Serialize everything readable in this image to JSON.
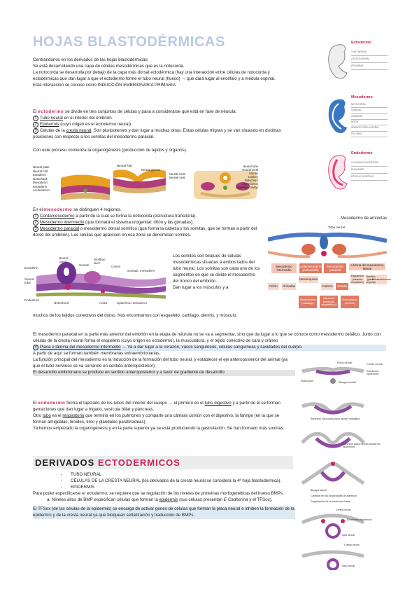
{
  "title": "HOJAS BLASTODÉRMICAS",
  "intro": [
    "Centrándonos en los derivados de las hojas blastodérmicas;",
    "Se está desarrollando una capa de células mesodérmicas que es la notocorda.",
    "La notocorda se desarrolla por debajo de la capa más dorsal ectodérmica (hay una interacción entre células de notocorda y ectodérmicas que dan lugar a que el ectodermo forme el tubo neural (hueco) → que dará lugar al encéfalo y a médula espinal.",
    "Esta interacción se conoce como INDUCCIÓN EMBRIONARIA PRIMARIA."
  ],
  "ecto": {
    "pre": "El",
    "word": "ectodermo",
    "post": "se divide en tres conjuntos de células y pasa a considerarse que está en fase de néurula:",
    "items": [
      {
        "n": "1",
        "u": "Tubo neural",
        "t": "en el interior del embrión"
      },
      {
        "n": "2",
        "u": "Epidermis",
        "t": "(cuyo origen es el ectodermo neural)."
      },
      {
        "n": "3",
        "u": "cresta neural",
        "pre": "Celulas de la",
        "t": ". Son pluripotentes y dan lugar a muchas otras. Estas células migran y se van situando en distintas posiciones con respecto a los somitas del mesodermo paraxial."
      }
    ],
    "organo": "Con este proceso comienza la organogénesis (producción de tejidos y órganos)."
  },
  "fig1": {
    "labels_left": [
      "Neural plate",
      "Neural fold",
      "Ectoderm",
      "Notochord",
      "Mesoderm",
      "Endoderm",
      "Archenteron"
    ],
    "labels_mid": [
      "Neural fold",
      "Neural groove"
    ],
    "labels_right": [
      "Neural crest",
      "Neural crest",
      "Neural tube",
      "Neural crest",
      "Somite",
      "Coelom",
      "Notochord",
      "Archenteron (digestive cavity)"
    ]
  },
  "meso": {
    "pre": "En el",
    "word": "mesodermo",
    "post": "se distinguen 4 regiones.",
    "items": [
      {
        "n": "1",
        "u": "Cordamesodermo",
        "t": "a partir de la cual se forma la notocorda (estructura transitoria)."
      },
      {
        "n": "2",
        "u": "Mesodermo intermedio",
        "t": "(que formará el sistema urogenital: riñón y las gónadas)."
      },
      {
        "n": "3",
        "u": "Mesodermo paraxial",
        "t": "o mesodermo dorsal somítico (que forma la cabeza y los somitas, que se forman a partir del dorso del embrión). Las células que aparecen en esa zona se denominan somites."
      }
    ]
  },
  "fig2": {
    "labels": [
      "Ectoderm",
      "Neural tube",
      "Neural canal",
      "Somite",
      "Wolffian duct",
      "Celom",
      "Somatic mesoderm",
      "Endoderm",
      "Notochord",
      "Aorta",
      "Splachnic mesoderm"
    ]
  },
  "somites_text": "Los somites son bloques de células mesodérmicas situadas a ambos lados del tubo neural. Los somitas son cada uno de los segmentos en que se divide el mesodermo del tronco del embrión.",
  "somites_text2": "Dan lugar a los músculos y a",
  "cont_text": "muchos de los tejidos conectivos del dorso. Nos encontramos con esqueleto, cartílago, dermis, y músculo.",
  "para_text": "El mesodermo paraxial en la parte más anterior del embrión en la etapa de néurula no se va a segmentar, sino que da lugar a lo que se conoce como mesodermo cefálico. Junto con células de la cresta neural forma el esqueleto (cuyo origen es ectodermo), la musculatura, y el tejido conectivo de cara y cráneo",
  "lateral": {
    "n": "4",
    "u": "Placa o lámina del mesodermo intermedio",
    "t": "→ Va a dar lugar a la corazón, vasos sanguíneos, células sanguíneas y cavidades del cuerpo."
  },
  "extra": "A partir de aquí se forman también membranas extraembrionarias.",
  "func": "La función principal del mesodermo es la inducción de la formación del tubo neural, y establecer el eje anteroposterior del animal (ya que el tubo nervioso se va cerrando en sentido anteroposterior).",
  "grad": "El desarrollo embrionario se produce en sentido anteroposterior y a favor de gradiente de desarrollo",
  "endo": {
    "pre": "El",
    "word": "endodermo",
    "t1": "forma el tapizado de los tubos del interior del cuerpo → el primero es el",
    "u1": "tubo digestivo",
    "t2": "y a partir de él se forman gemaciones que dan lugar a hígado, vesícula biliar y páncreas.",
    "t3pre": "Otro",
    "u2": "tubo",
    "t3mid": "es el",
    "u3": "respiratorio",
    "t3": "que termina en los pulmones y comparte una cámara común con el digestivo, la faringe (en la que se forman amígdalas, tiroides, timo y glándulas paratiroideas).",
    "t4": "Ya hemos empezado la organogénesis y en la parte superior ya se está produciendo la gastrulación. Se han formado más somitas."
  },
  "section": {
    "a": "DERIVADOS",
    "b": "ECTODERMICOS"
  },
  "deriv_list": [
    "TUBO NEURAL",
    "CÉLULAS DE LA CRESTA NEURAL (los derivados de la cresta neural se considera la 4ª hoja blastodérmica).",
    "EPIDERMIS"
  ],
  "epi_text": "Para poder especificarse el ectodermo, se requiere que se regulación de los niveles de proteínas morfogenéticas del hueso BMPs.",
  "epi_item": {
    "n": "a.",
    "t": "Niveles altos de BMP especifican células que forman la",
    "u": "epidermis",
    "t2": "(sus células presentan",
    "i": "E-Cadherina",
    "t3": "y el TFSox)."
  },
  "tfsox": "El TFSox (de las células de la epidermis) se encarga de activar genes de células que forman la placa neural e inhiben la formación de la epidermis y de la cresta neural ya que bloquean señalización y traducción de BMPs.",
  "side": {
    "ecto_title": "Ectodermo",
    "ecto_rows": [
      "TUBO NEURAL",
      "CRESTA NEURAL",
      "EPIDERMIS"
    ],
    "meso_title": "Mesodermo",
    "meso_rows": [
      "NOTOCORDA",
      "SOMITAS",
      "CORAZÓN",
      "RIÑÓN",
      "APARATO CIRCULATORIO",
      "CELOMAS"
    ],
    "endo_title": "Endodermo",
    "endo_rows": [
      "GLÁNDULAS DIGESTIVAS",
      "PULMONES",
      "ÉPITELIO DIGESTIVO"
    ],
    "amniota": "Mesodermo de amniotas"
  },
  "meso_diagram": {
    "tubo": "Tubo neural",
    "boxes": [
      "Mesodermo intermedio",
      "Cordamesodermo (notocorda)",
      "Mesodermo paraxial",
      "Lámina del mesodermo lateral"
    ],
    "sub1": [
      "Riñón",
      "Gónadas"
    ],
    "sub2": "Mesénquima",
    "sub3": [
      "Cabeza",
      "Somita"
    ],
    "sub4": [
      "Esplácnico (sistema circulatorio)",
      "Somático (pared corporal)",
      "Extraembrionario"
    ],
    "sub5": [
      "Esclerotoma (cartílago)",
      "Miotoma (músculo esquelético)",
      "Dermatoma (dermis)"
    ]
  },
  "neural_diagram": {
    "labels": [
      "Placa neural",
      "Cresta neural",
      "Ectodermo epidérmico",
      "Notocorda",
      "Bisagra medial",
      "Adhesión notocorda-placa neural; notoplaca",
      "Adhesión placa neural-ectodermo epidérmico",
      "Bisagra lateral",
      "Cambios en las propiedades de adhesión",
      "Degradación de la membrana basal",
      "Cresta neural",
      "Ectodermo epidérmico",
      "Tubo neural",
      "Cresta neural",
      "Tubo neural"
    ]
  },
  "colors": {
    "accent": "#c9245e",
    "title": "#b9c8e4",
    "ecto": "#3a78c3",
    "meso": "#cc3355",
    "endo": "#e04070"
  }
}
